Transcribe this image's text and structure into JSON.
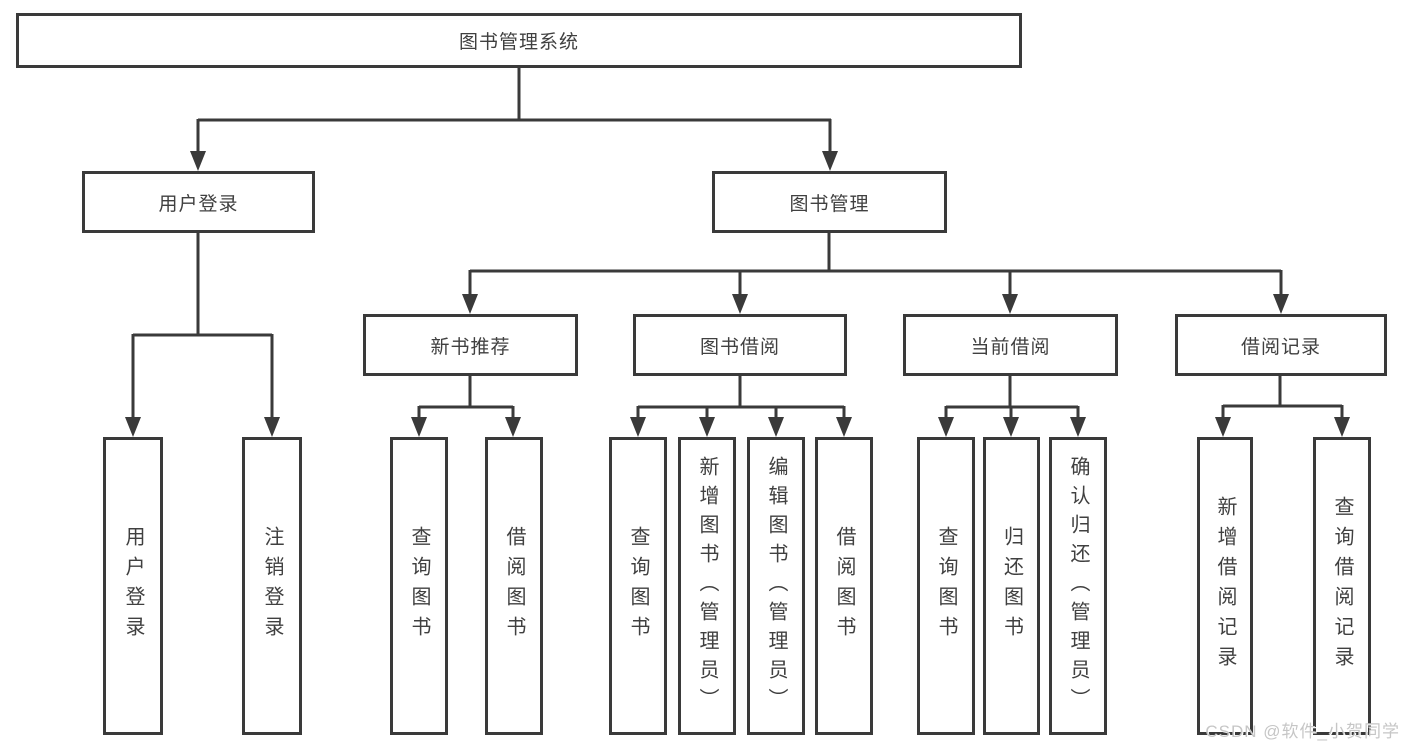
{
  "root": {
    "label": "图书管理系统"
  },
  "level2": [
    {
      "label": "用户登录"
    },
    {
      "label": "图书管理"
    }
  ],
  "level3": [
    {
      "label": "新书推荐"
    },
    {
      "label": "图书借阅"
    },
    {
      "label": "当前借阅"
    },
    {
      "label": "借阅记录"
    }
  ],
  "leaves": [
    {
      "label": "用户登录"
    },
    {
      "label": "注销登录"
    },
    {
      "label": "查询图书"
    },
    {
      "label": "借阅图书"
    },
    {
      "label": "查询图书"
    },
    {
      "label": "新增图书（管理员）"
    },
    {
      "label": "编辑图书（管理员）"
    },
    {
      "label": "借阅图书"
    },
    {
      "label": "查询图书"
    },
    {
      "label": "归还图书"
    },
    {
      "label": "确认归还（管理员）"
    },
    {
      "label": "新增借阅记录"
    },
    {
      "label": "查询借阅记录"
    }
  ],
  "watermark": "CSDN @软件_小贺同学",
  "colors": {
    "line": "#3a3a3a",
    "box_border": "#3a3a3a",
    "box_fill": "#ffffff",
    "text": "#404040",
    "watermark": "#c6c6c6"
  }
}
